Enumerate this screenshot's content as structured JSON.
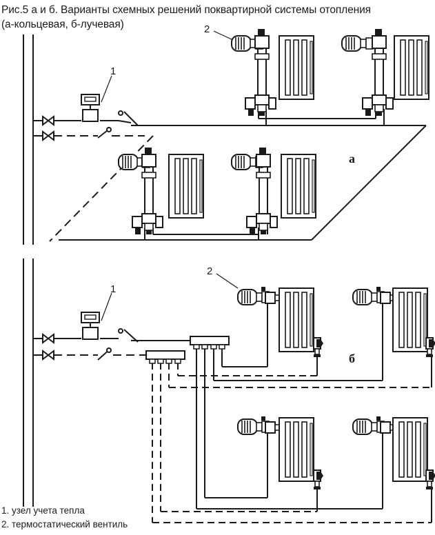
{
  "caption": "Рис.5 а и б. Варианты схемных решений поквартирной системы отопления\n(а-кольцевая, б-лучевая)",
  "labels": {
    "section_a": "а",
    "section_b": "б",
    "marker_1": "1",
    "marker_2": "2"
  },
  "legend": [
    "1. узел учета тепла",
    "2. термостатический вентиль"
  ],
  "colors": {
    "line": "#1a1a1a",
    "background": "#ffffff"
  }
}
